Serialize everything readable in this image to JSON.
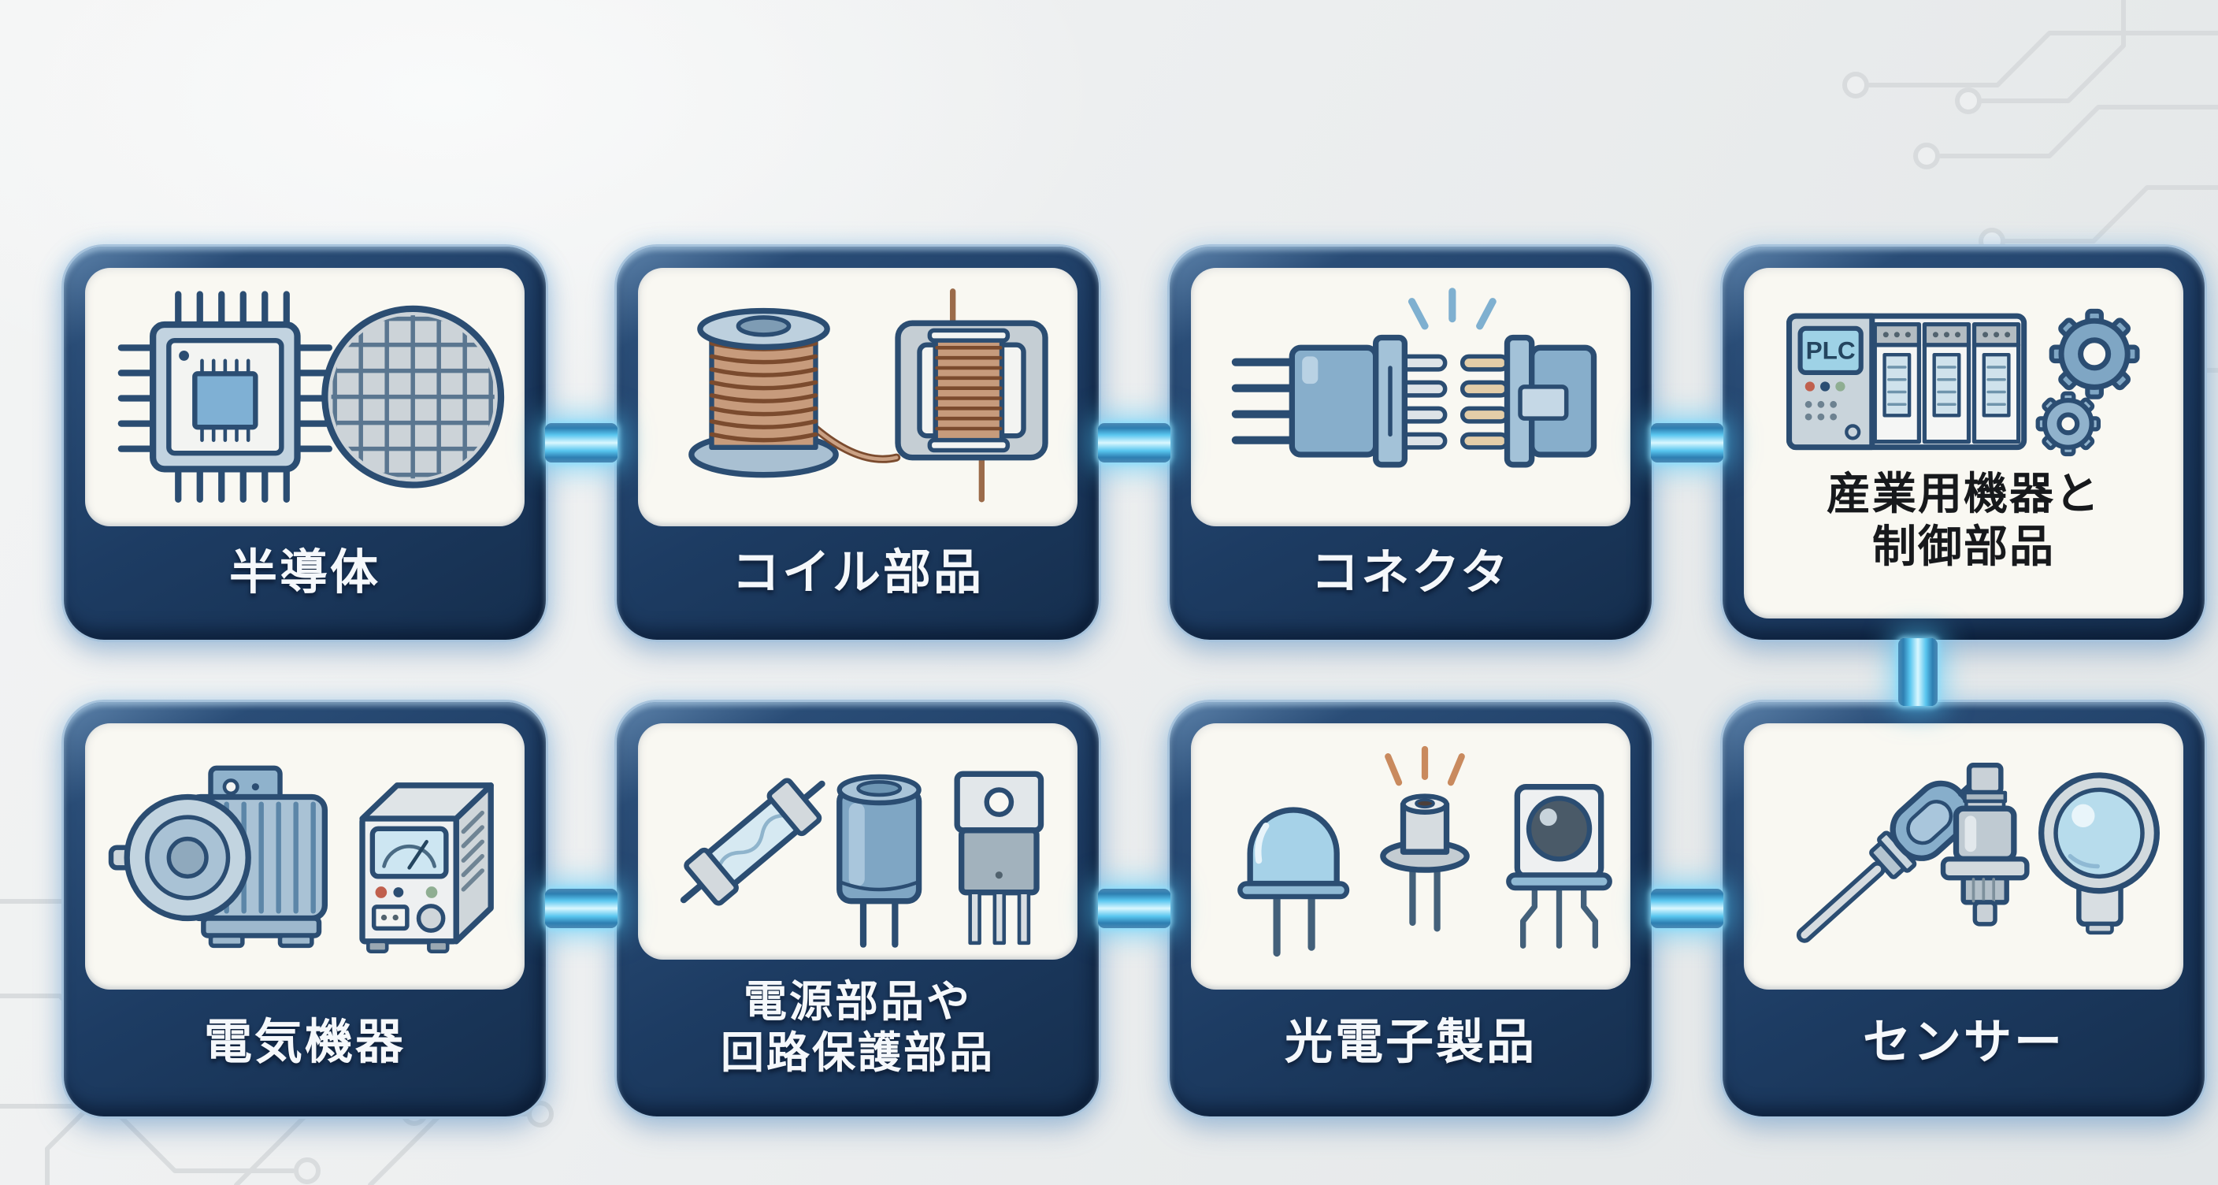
{
  "cards": [
    {
      "key": "semiconductor",
      "label": "半導体",
      "icons": [
        "microchip-icon",
        "silicon-wafer-icon"
      ]
    },
    {
      "key": "coil-components",
      "label": "コイル部品",
      "icons": [
        "wire-spool-icon",
        "square-coil-icon"
      ]
    },
    {
      "key": "connector",
      "label": "コネクタ",
      "icons": [
        "plug-left-icon",
        "plug-right-icon",
        "contact-spark-icon"
      ]
    },
    {
      "key": "industrial-control",
      "label": "産業用機器と制御部品",
      "line1": "産業用機器と",
      "line2": "制御部品",
      "plc_text": "PLC",
      "icons": [
        "plc-controller-icon",
        "gear-large-icon",
        "gear-small-icon"
      ]
    },
    {
      "key": "electrical-equipment",
      "label": "電気機器",
      "icons": [
        "electric-motor-icon",
        "power-supply-icon"
      ]
    },
    {
      "key": "power-protection",
      "label": "電源部品や回路保護部品",
      "line1": "電源部品や",
      "line2": "回路保護部品",
      "icons": [
        "fuse-icon",
        "electrolytic-capacitor-icon",
        "transistor-icon"
      ]
    },
    {
      "key": "optoelectronics",
      "label": "光電子製品",
      "icons": [
        "led-icon",
        "laser-diode-icon",
        "photodetector-icon"
      ]
    },
    {
      "key": "sensors",
      "label": "センサー",
      "icons": [
        "temperature-probe-icon",
        "pressure-sensor-icon",
        "optical-sensor-icon"
      ]
    }
  ],
  "colors": {
    "card_frame": "#1d3c63",
    "label_band": "#1d3c63",
    "card_face": "#f9f8f2",
    "connector_glow": "#59c6ef",
    "label_text": "#f5f8fb",
    "dark_label_text": "#17191c",
    "background": "#edeff0",
    "circuit_trace": "#d8dbdd",
    "icon_outline": "#2b4d72",
    "steel_blue": "#87aecb",
    "copper": "#c79b7c"
  },
  "layout": {
    "rows": 2,
    "columns": 4,
    "connector_style": "glowing-blue",
    "vertical_link": "industrial-control to sensors"
  }
}
